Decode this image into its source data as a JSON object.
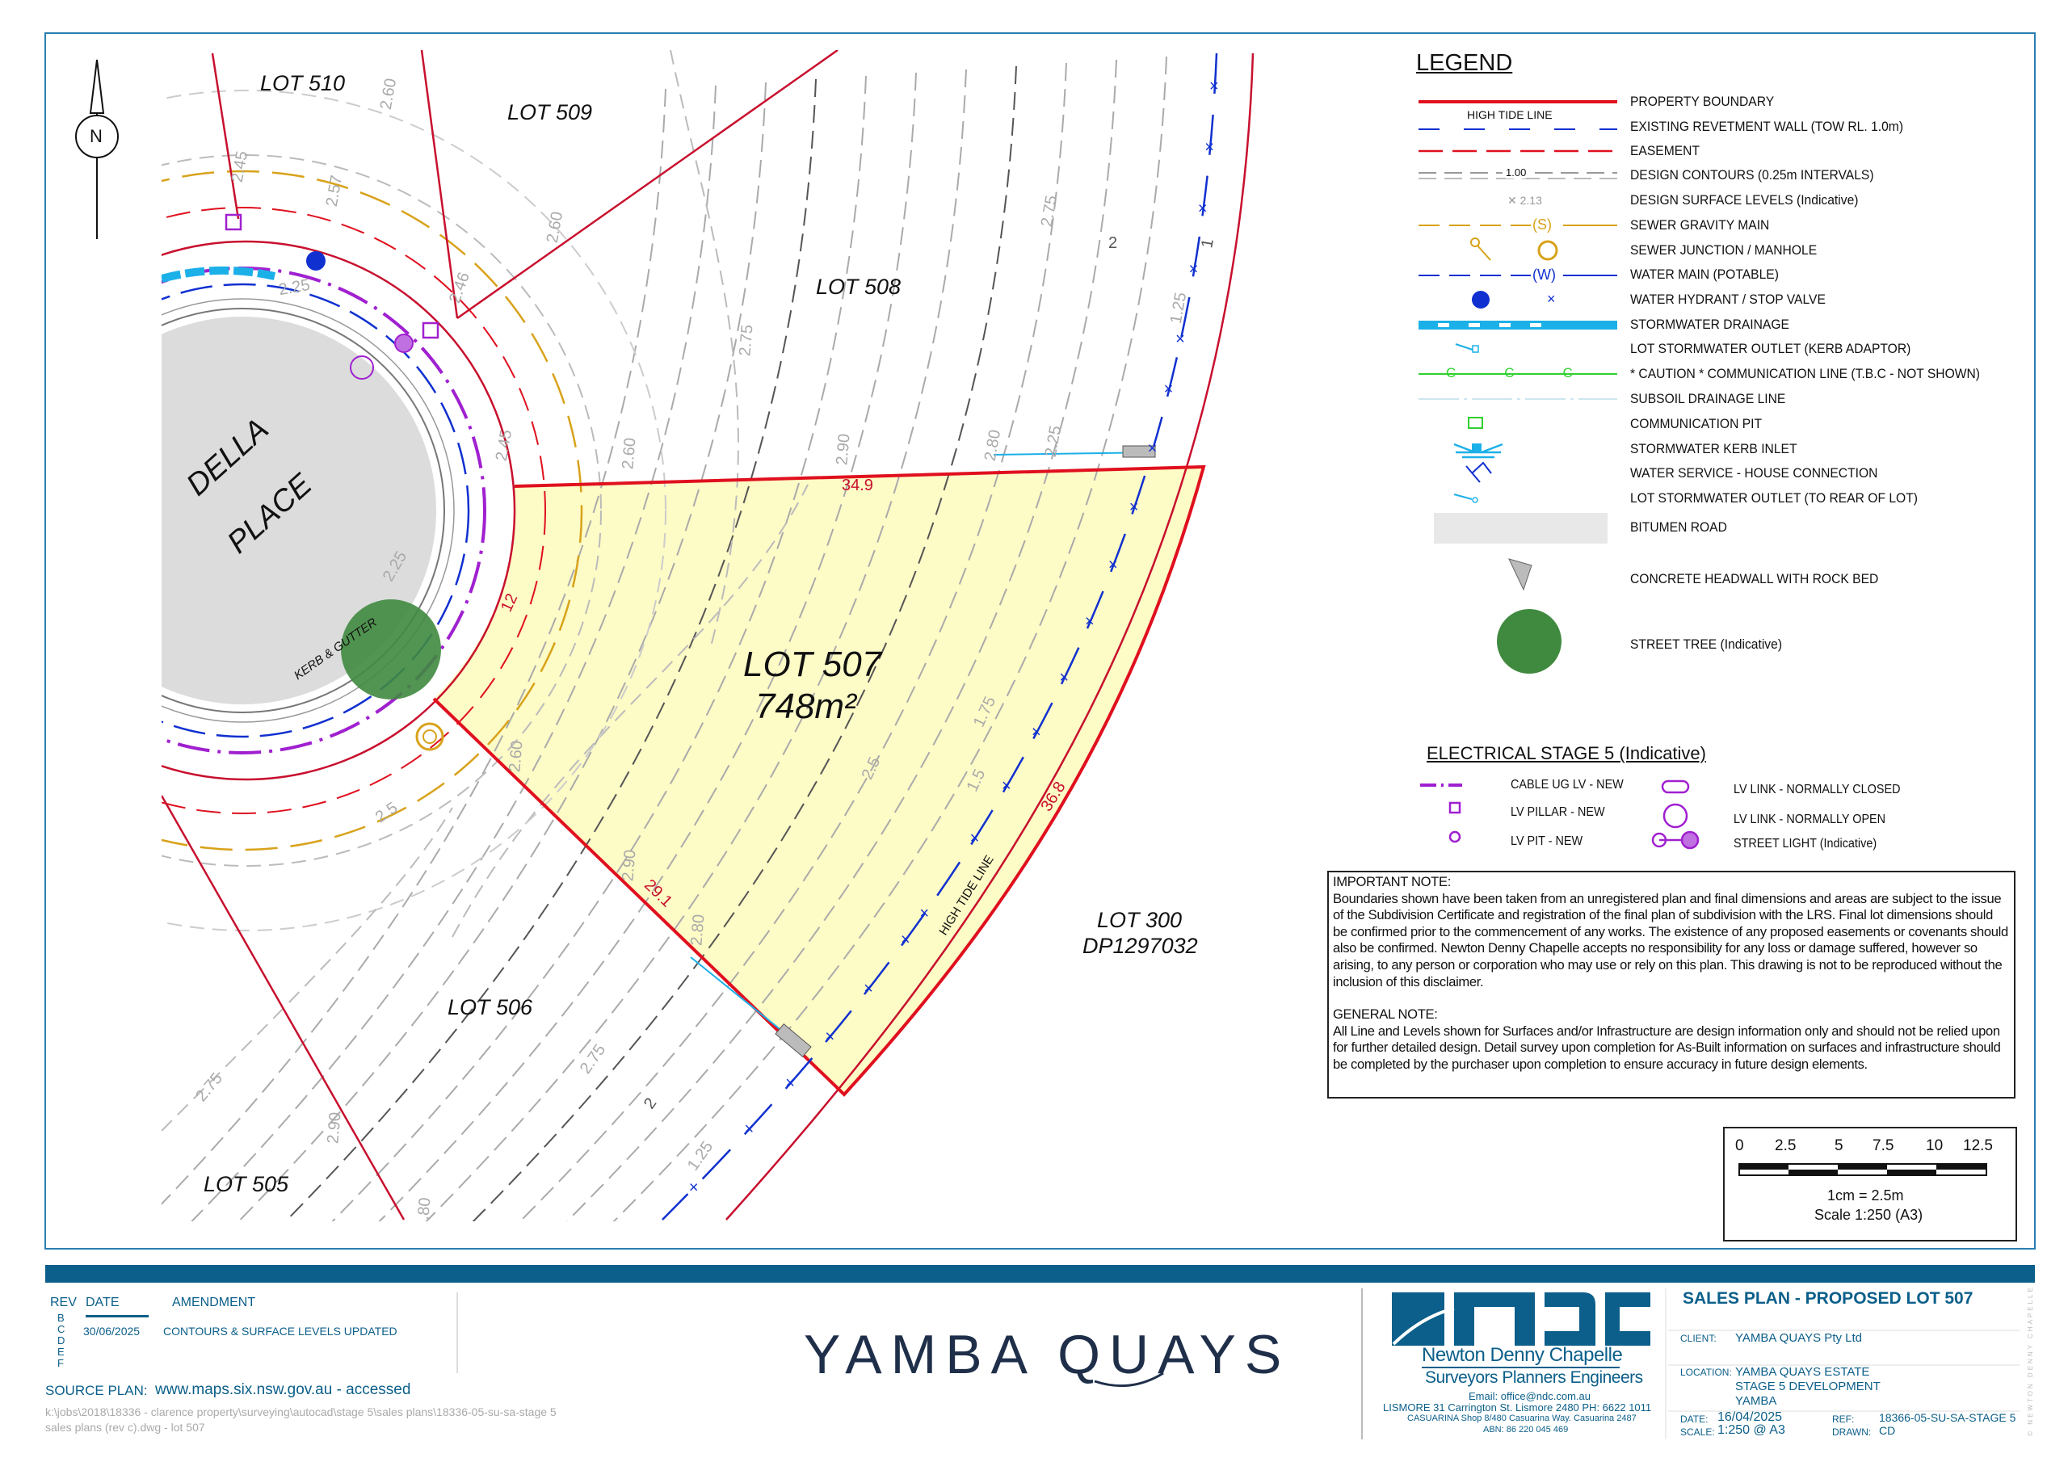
{
  "north_label": "N",
  "road": {
    "name_line1": "DELLA",
    "name_line2": "PLACE",
    "kerb_label": "KERB & GUTTER"
  },
  "lots": {
    "lot510": "LOT 510",
    "lot509": "LOT 509",
    "lot508": "LOT 508",
    "lot507": "LOT 507",
    "lot507_area": "748m²",
    "lot506": "LOT 506",
    "lot505": "LOT 505",
    "lot300": "LOT 300",
    "lot300_dp": "DP1297032"
  },
  "dimensions": {
    "north": "34.9",
    "west": "12",
    "south": "29.1",
    "east": "36.8"
  },
  "high_tide_label": "HIGH TIDE LINE",
  "contour_labels": [
    "2.60",
    "2.45",
    "2.57",
    "2.60",
    "2.46",
    "2.75",
    "2.75",
    "2",
    "1.25",
    "2.60",
    "2.90",
    "2.80",
    "2.25",
    "2.25",
    "1.75",
    "2.5",
    "1.5",
    "2.60",
    "2.5",
    "2.90",
    "2.80",
    "2.75",
    "2",
    "1.25",
    "2.75",
    "2.90",
    ".80",
    "1",
    "2.25",
    "2.45"
  ],
  "legend": {
    "title": "LEGEND",
    "high_tide_symbol_label": "HIGH TIDE LINE",
    "contour_symbol_label": "1.00",
    "surface_level_symbol_label": "2.13",
    "items": [
      "PROPERTY BOUNDARY",
      "EXISTING REVETMENT WALL (TOW RL. 1.0m)",
      "EASEMENT",
      "DESIGN CONTOURS (0.25m INTERVALS)",
      "DESIGN SURFACE LEVELS (Indicative)",
      "SEWER GRAVITY MAIN",
      "SEWER JUNCTION / MANHOLE",
      "WATER MAIN (POTABLE)",
      "WATER HYDRANT / STOP VALVE",
      "STORMWATER DRAINAGE",
      "LOT STORMWATER OUTLET (KERB ADAPTOR)",
      "* CAUTION * COMMUNICATION LINE (T.B.C - NOT SHOWN)",
      "SUBSOIL DRAINAGE LINE",
      "COMMUNICATION PIT",
      "STORMWATER KERB INLET",
      "WATER SERVICE - HOUSE CONNECTION",
      "LOT STORMWATER OUTLET (TO REAR OF LOT)",
      "BITUMEN ROAD",
      "CONCRETE HEADWALL WITH ROCK BED",
      "STREET TREE (Indicative)"
    ]
  },
  "electrical": {
    "title": "ELECTRICAL STAGE 5 (Indicative)",
    "items": [
      "CABLE UG LV - NEW",
      "LV PILLAR - NEW",
      "LV PIT - NEW",
      "LV LINK - NORMALLY CLOSED",
      "LV LINK - NORMALLY OPEN",
      "STREET LIGHT (Indicative)"
    ]
  },
  "notes": {
    "important_title": "IMPORTANT NOTE:",
    "important_body": "Boundaries shown have been taken from an unregistered plan and final dimensions and areas are subject to the issue of the Subdivision Certificate and registration of the final plan of subdivision with the LRS. Final lot dimensions should be confirmed prior to the commencement of any works. The existence of any proposed easements or covenants should also be confirmed. Newton Denny Chapelle accepts no responsibility for any loss or damage suffered, however so arising, to any person or corporation who may use or rely on this plan.  This drawing is not to be reproduced without the inclusion of this disclaimer.",
    "general_title": "GENERAL NOTE:",
    "general_body": "All Line and Levels shown for Surfaces and/or Infrastructure are design information only and should not be relied upon for further detailed design.  Detail survey upon completion for As-Built information on surfaces and infrastructure should be completed by the purchaser upon completion to ensure accuracy in future design elements."
  },
  "scale_bar": {
    "ticks": [
      "0",
      "2.5",
      "5",
      "7.5",
      "10",
      "12.5"
    ],
    "ratio_text": "1cm = 2.5m",
    "scale_text": "Scale 1:250 (A3)"
  },
  "revisions": {
    "headers": {
      "rev": "REV",
      "date": "DATE",
      "amendment": "AMENDMENT"
    },
    "letters": [
      "B",
      "C",
      "D",
      "E",
      "F"
    ],
    "rows": [
      {
        "date": "30/06/2025",
        "amendment": "CONTOURS & SURFACE LEVELS UPDATED"
      }
    ]
  },
  "source_plan": {
    "label": "SOURCE PLAN:",
    "value": "www.maps.six.nsw.gov.au - accessed",
    "file_path_line1": "k:\\jobs\\2018\\18336 - clarence property\\surveying\\autocad\\stage 5\\sales plans\\18336-05-su-sa-stage 5",
    "file_path_line2": "sales plans (rev c).dwg - lot 507"
  },
  "project_logo_text": "YAMBA QUAYS",
  "company": {
    "logo_text": "nDC",
    "name": "Newton Denny Chapelle",
    "tagline": "Surveyors Planners Engineers",
    "email": "Email: office@ndc.com.au",
    "lismore": "LISMORE 31 Carrington St. Lismore 2480 PH: 6622 1011",
    "casuarina": "CASUARINA  Shop 8/480 Casuarina Way. Casuarina 2487",
    "abn": "ABN: 86 220 045 469",
    "copyright_vertical": "© NEWTON DENNY CHAPELLE"
  },
  "title_block": {
    "title": "SALES PLAN - PROPOSED LOT 507",
    "client_label": "CLIENT:",
    "client": "YAMBA QUAYS Pty Ltd",
    "location_label": "LOCATION:",
    "location_lines": [
      "YAMBA QUAYS ESTATE",
      "STAGE 5 DEVELOPMENT",
      "YAMBA"
    ],
    "date_label": "DATE:",
    "date": "16/04/2025",
    "scale_label": "SCALE:",
    "scale": "1:250 @ A3",
    "ref_label": "REF:",
    "ref": "18366-05-SU-SA-STAGE 5",
    "drawn_label": "DRAWN:",
    "drawn": "CD"
  },
  "colors": {
    "boundary": "#e0101e",
    "lot_fill": "#fdfbc6",
    "water": "#1030d0",
    "sewer": "#d8a21a",
    "electrical": "#a020d0",
    "stormwater": "#1cb0e8",
    "contour": "#aaaaaa",
    "brand": "#0b5f8a"
  }
}
